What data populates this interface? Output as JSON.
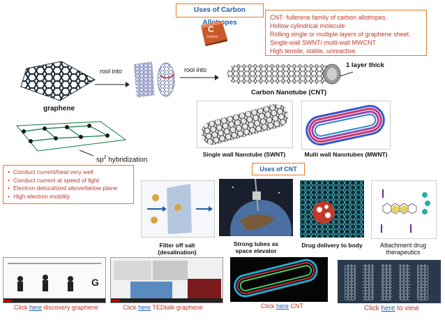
{
  "title": "Uses of Carbon Allotropes",
  "cnt_info": [
    "CNT- fullerene family of carbon allotropes.",
    "Hollow cylindrical molecule",
    "Rolling single or multiple layers of graphene sheet.",
    "Single-wall SWNT/ multi-wall MWCNT",
    "High tensile, stable, unreactive"
  ],
  "element_tile": {
    "symbol": "C",
    "name": "Carbon"
  },
  "labels": {
    "roll_into_1": "rool into",
    "roll_into_2": "rool into",
    "one_layer": "1 layer thick",
    "cnt_label": "Carbon Nanotube (CNT)",
    "graphene": "graphene",
    "sp2_base": "sp",
    "sp2_sup": "2",
    "sp2_rest": " hybridization",
    "swnt": "Single wall Nanotube (SWNT)",
    "mwnt": "Multi wall Nanotubes (MWNT)"
  },
  "graphene_props": [
    "Conduct current/heat very well",
    "Conduct current at speed of light",
    "Electron delocalized above/below plane",
    "High electron mobility"
  ],
  "uses_title": "Uses of CNT",
  "uses": [
    {
      "line1": "Filter off salt",
      "line2": "(desalination)"
    },
    {
      "line1": "Strong tubes as",
      "line2": "space elevator"
    },
    {
      "line1": "Drug delivery to body",
      "line2": ""
    },
    {
      "line1": "Attachment drug",
      "line2": "therapeutics"
    }
  ],
  "videos": [
    {
      "pre": "Click ",
      "link": "here",
      "post": "  discovery graphene"
    },
    {
      "pre": "Click ",
      "link": "here",
      "post": " TEDtalk graphene"
    },
    {
      "pre": "Click ",
      "link": "here",
      "post": " CNT"
    },
    {
      "pre": "Click ",
      "link": "here",
      "post": " to view"
    }
  ],
  "colors": {
    "accent_border": "#e07b20",
    "title_blue": "#1f5fa8",
    "text_red": "#c0392b"
  }
}
